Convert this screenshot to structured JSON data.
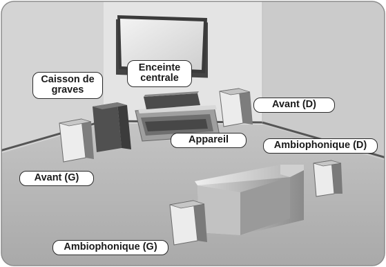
{
  "labels": {
    "subwoofer": [
      "Caisson de",
      "graves"
    ],
    "center": [
      "Enceinte",
      "centrale"
    ],
    "front_right": "Avant (D)",
    "front_left": "Avant (G)",
    "device": "Appareil",
    "surround_right": "Ambiophonique (D)",
    "surround_left": "Ambiophonique (G)"
  },
  "colors": {
    "background_frame": "#ffffff",
    "wall_back": "#e2e2e2",
    "wall_left": "#d6d6d6",
    "wall_right": "#cfcfcf",
    "floor": "#b9b9b9",
    "label_border": "#2a2a2a",
    "speaker_light": "#eeeeee",
    "speaker_dark": "#5c5c5c"
  }
}
